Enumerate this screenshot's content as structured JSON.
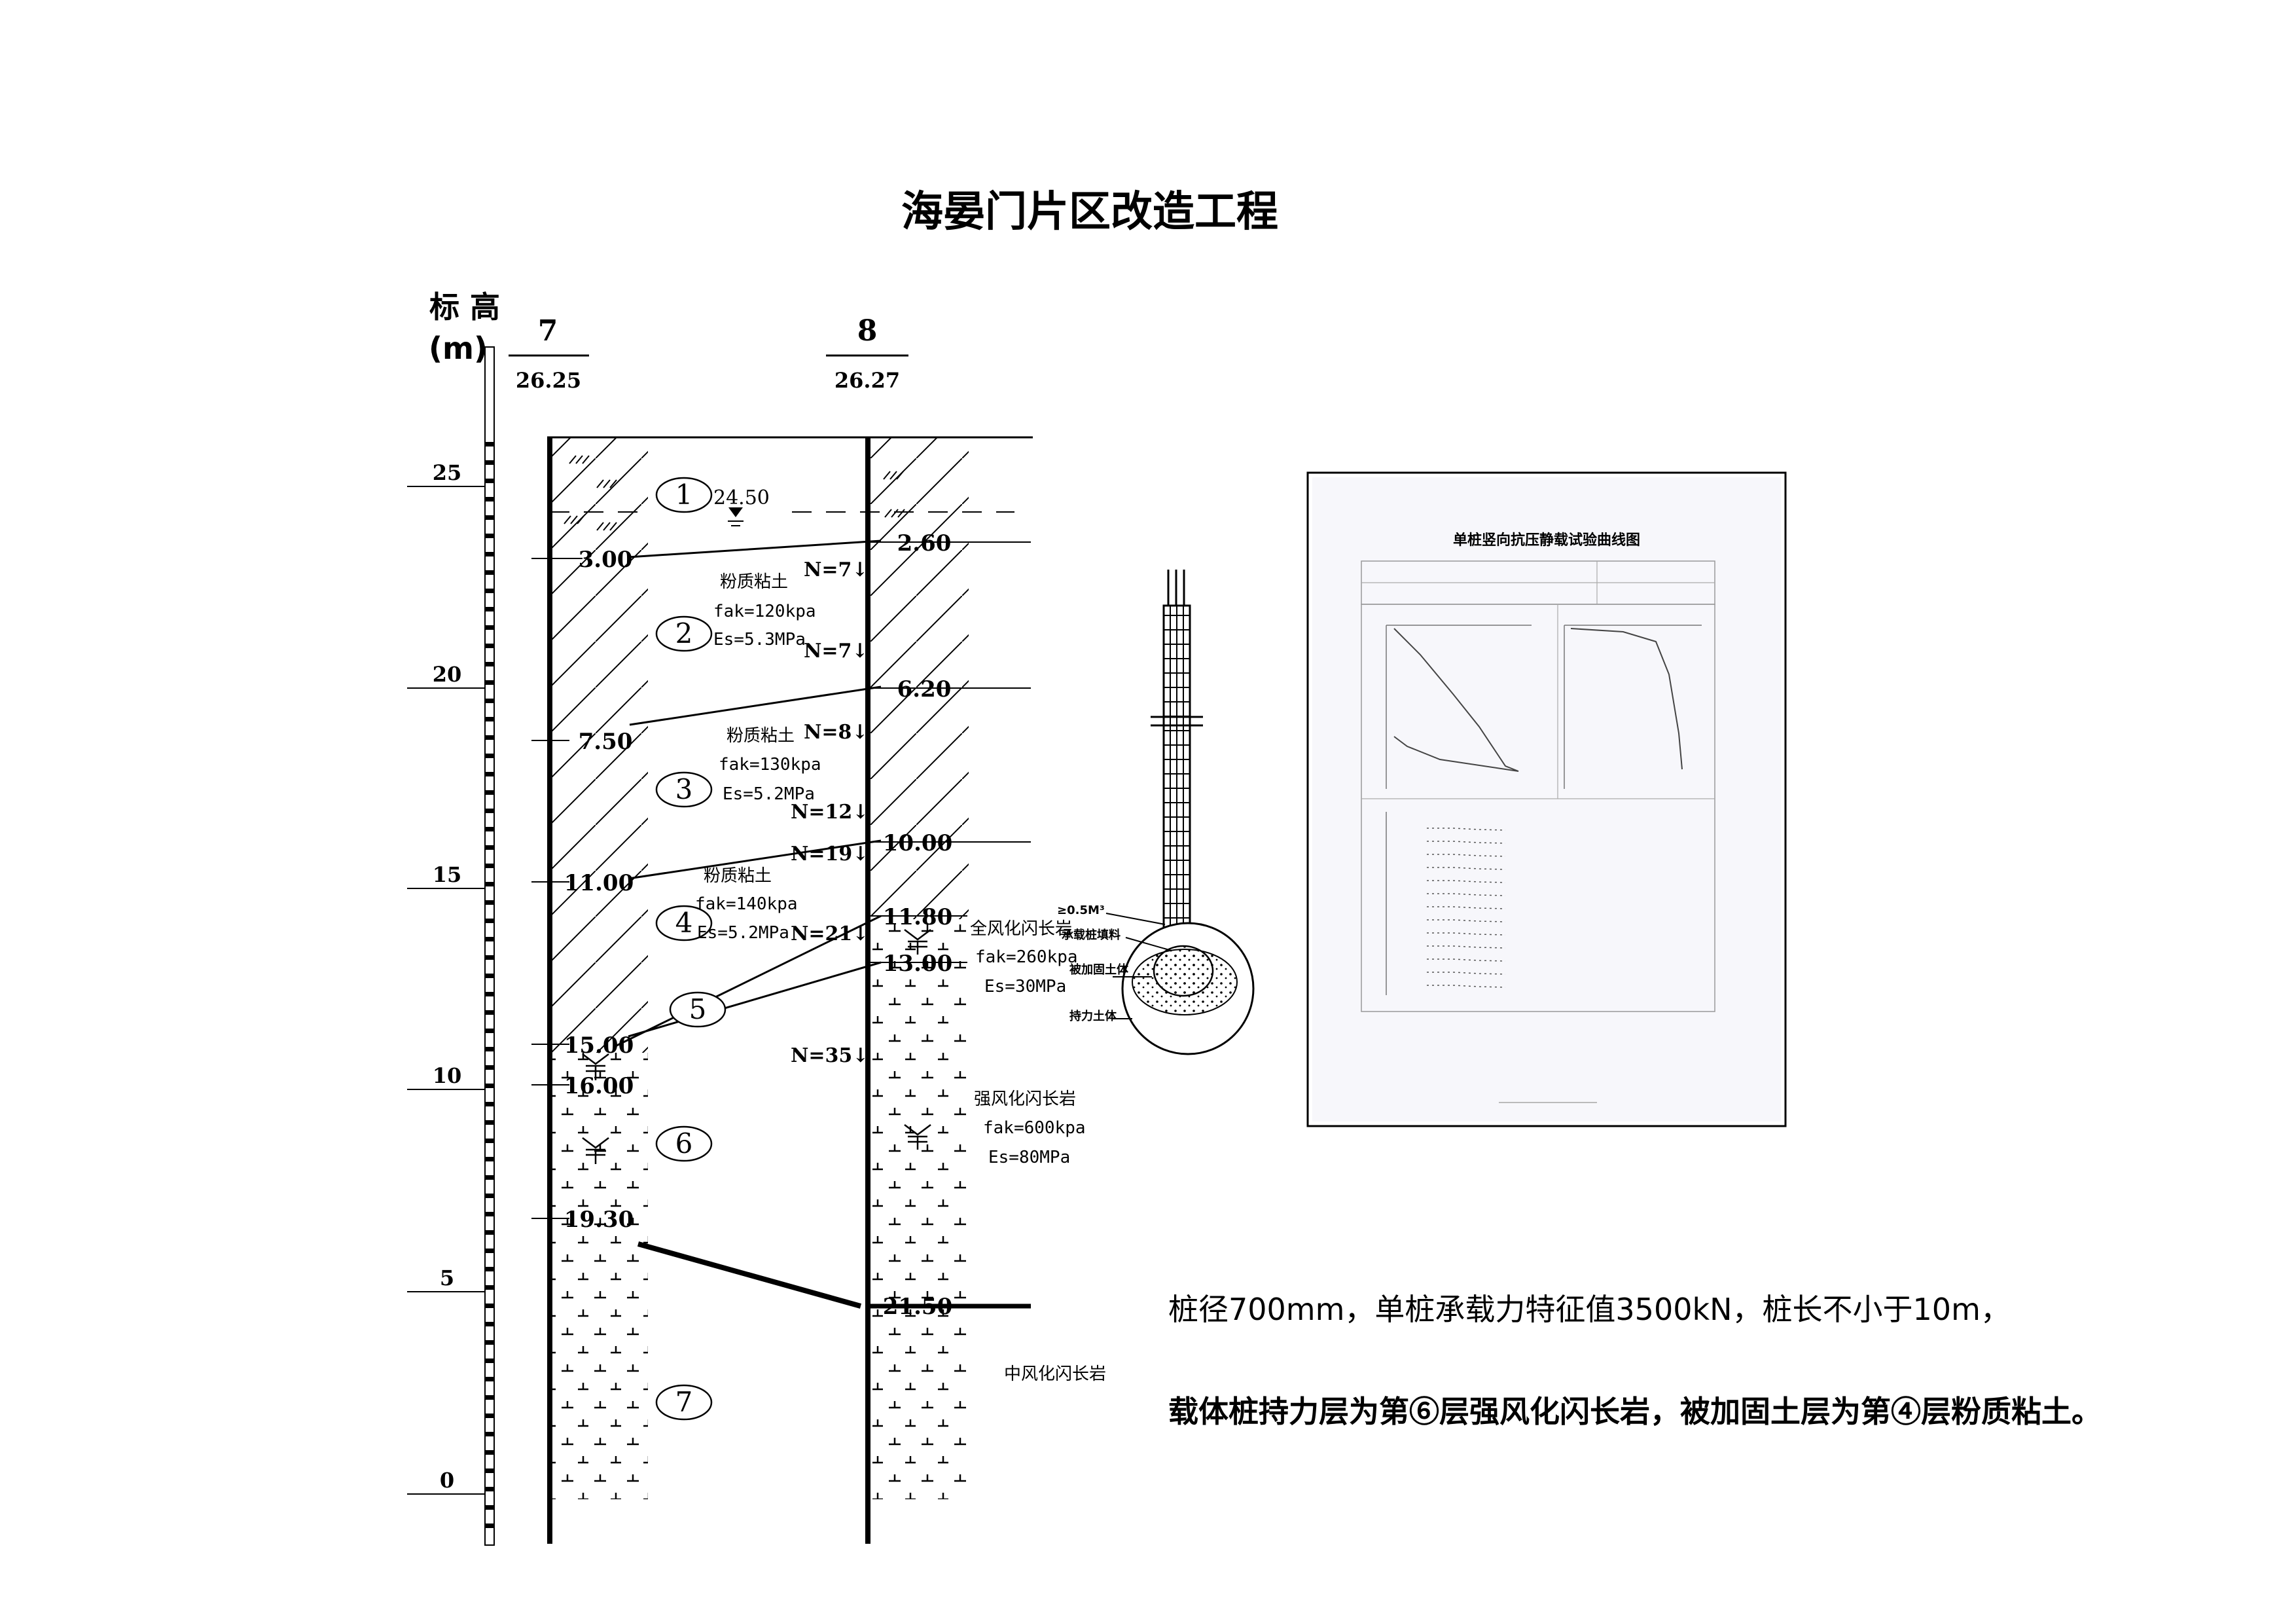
{
  "title": "海晏门片区改造工程",
  "axis": {
    "label_line1": "标 高",
    "label_line2": "(m)",
    "ticks": [
      "25",
      "20",
      "15",
      "10",
      "5",
      "0"
    ]
  },
  "boreholes": [
    {
      "id": "7",
      "elevation": "26.25",
      "depths": [
        "3.00",
        "7.50",
        "11.00",
        "15.00",
        "16.00",
        "19.30"
      ]
    },
    {
      "id": "8",
      "elevation": "26.27",
      "depths": [
        "2.60",
        "6.20",
        "10.00",
        "11.80",
        "13.00",
        "21.50"
      ],
      "spt": [
        "N=7↓",
        "N=7↓",
        "N=8↓",
        "N=12↓",
        "N=19↓",
        "N=21↓",
        "N=35↓"
      ]
    }
  ],
  "water_table": "24.50",
  "layers": [
    "1",
    "2",
    "3",
    "4",
    "5",
    "6",
    "7"
  ],
  "soil_props": [
    {
      "name": "粉质粘土",
      "fak": "fak=120kpa",
      "es": "Es=5.3MPa"
    },
    {
      "name": "粉质粘土",
      "fak": "fak=130kpa",
      "es": "Es=5.2MPa"
    },
    {
      "name": "粉质粘土",
      "fak": "fak=140kpa",
      "es": "Es=5.2MPa"
    },
    {
      "name": "全风化闪长岩",
      "fak": "fak=260kpa",
      "es": "Es=30MPa"
    },
    {
      "name": "强风化闪长岩",
      "fak": "fak=600kpa",
      "es": "Es=80MPa"
    },
    {
      "name": "中风化闪长岩",
      "fak": "",
      "es": ""
    }
  ],
  "pile": {
    "volume_label": "≥0.5M³",
    "labels": [
      "承载桩填料",
      "被加固土体",
      "持力土体"
    ]
  },
  "report": {
    "title": "单桩竖向抗压静载试验曲线图"
  },
  "notes": {
    "line1": "桩径700mm，单桩承载力特征值3500kN，桩长不小于10m，",
    "line2": "载体桩持力层为第⑥层强风化闪长岩，被加固土层为第④层粉质粘土。"
  }
}
